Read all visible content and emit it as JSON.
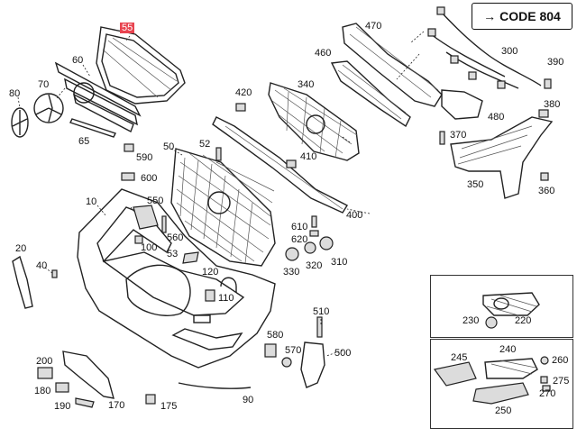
{
  "code": {
    "label": "CODE 804",
    "arrow": "→"
  },
  "colors": {
    "highlight": "#e8434f",
    "line": "#222222",
    "background": "#ffffff"
  },
  "labels": {
    "p55": "55",
    "p60": "60",
    "p70": "70",
    "p80": "80",
    "p65": "65",
    "p590": "590",
    "p600": "600",
    "p550": "550",
    "p100": "100",
    "p560": "560",
    "p10": "10",
    "p50": "50",
    "p52": "52",
    "p53": "53",
    "p420": "420",
    "p340": "340",
    "p460": "460",
    "p470": "470",
    "p300": "300",
    "p390": "390",
    "p380": "380",
    "p480": "480",
    "p370": "370",
    "p350": "350",
    "p360": "360",
    "p410": "410",
    "p400": "400",
    "p610": "610",
    "p620": "620",
    "p330": "330",
    "p320": "320",
    "p310": "310",
    "p120": "120",
    "p110": "110",
    "p20": "20",
    "p40": "40",
    "p510": "510",
    "p580": "580",
    "p570": "570",
    "p500": "500",
    "p200": "200",
    "p180": "180",
    "p190": "190",
    "p170": "170",
    "p175": "175",
    "p90": "90",
    "p230": "230",
    "p220": "220",
    "p245": "245",
    "p240": "240",
    "p260": "260",
    "p275": "275",
    "p270": "270",
    "p250": "250"
  }
}
